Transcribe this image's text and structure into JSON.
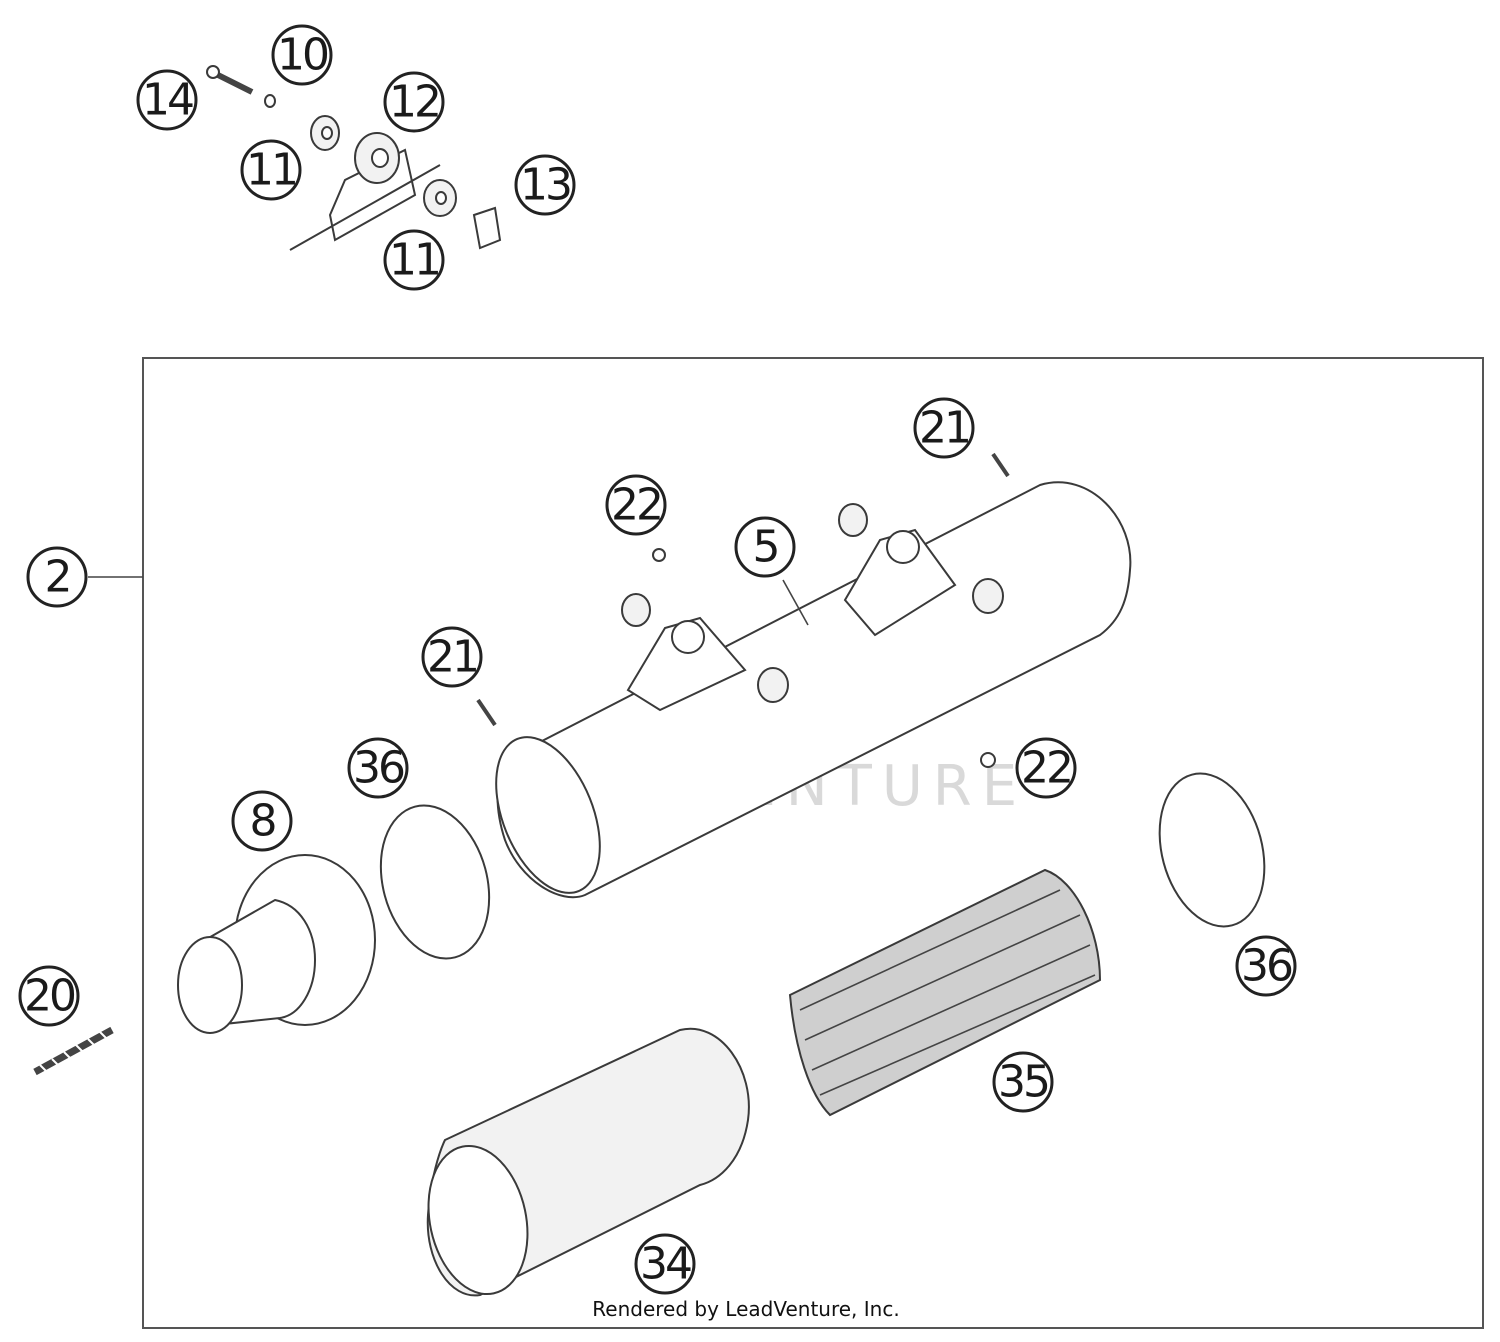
{
  "callouts": [
    {
      "id": "c14",
      "label": "14"
    },
    {
      "id": "c10",
      "label": "10"
    },
    {
      "id": "c12",
      "label": "12"
    },
    {
      "id": "c11a",
      "label": "11"
    },
    {
      "id": "c13",
      "label": "13"
    },
    {
      "id": "c11b",
      "label": "11"
    },
    {
      "id": "c2",
      "label": "2"
    },
    {
      "id": "c21a",
      "label": "21"
    },
    {
      "id": "c22a",
      "label": "22"
    },
    {
      "id": "c5",
      "label": "5"
    },
    {
      "id": "c21b",
      "label": "21"
    },
    {
      "id": "c36a",
      "label": "36"
    },
    {
      "id": "c8",
      "label": "8"
    },
    {
      "id": "c22b",
      "label": "22"
    },
    {
      "id": "c36b",
      "label": "36"
    },
    {
      "id": "c20",
      "label": "20"
    },
    {
      "id": "c35",
      "label": "35"
    },
    {
      "id": "c34",
      "label": "34"
    }
  ],
  "watermark": "LEADVENTURE",
  "credit": "Rendered by LeadVenture, Inc."
}
